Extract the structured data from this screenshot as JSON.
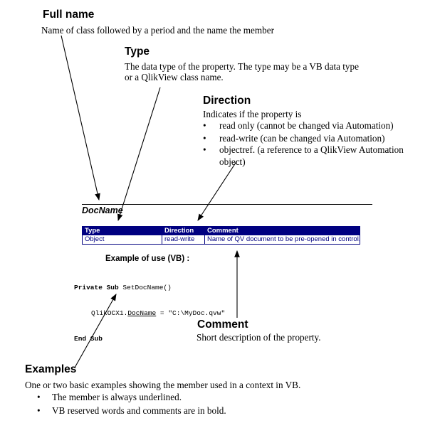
{
  "colors": {
    "navy": "#000080",
    "black": "#000000",
    "white": "#ffffff"
  },
  "sections": {
    "full_name": {
      "title": "Full name",
      "body": "Name of class followed by a period and the name the member"
    },
    "type": {
      "title": "Type",
      "body_lines": [
        "The data type of the property. The type may be a VB data type",
        "or a QlikView class name."
      ]
    },
    "direction": {
      "title": "Direction",
      "intro": "Indicates if the property is",
      "bullets": [
        "read only (cannot be changed via Automation)",
        "read-write (can be changed via Automation)",
        "objectref. (a reference to a QlikView Automation object)"
      ]
    },
    "comment": {
      "title": "Comment",
      "body": "Short description of the property."
    },
    "examples": {
      "title": "Examples",
      "body": "One or two basic examples showing the member used in a context in VB.",
      "bullets": [
        "The member is always underlined.",
        "VB reserved words and comments are in bold."
      ]
    }
  },
  "reference_entry": {
    "member_name": "DocName",
    "table": {
      "headers": [
        "Type",
        "Direction",
        "Comment"
      ],
      "row": [
        "Object",
        "read-write",
        "Name of QV document to be pre-opened in control."
      ]
    },
    "example_label": "Example of use (VB) :",
    "code": {
      "line1_keyword": "Private Sub",
      "line1_rest": " SetDocName()",
      "line2_object": "QlikOCX1.",
      "line2_member": "DocName",
      "line2_rest": " = \"C:\\MyDoc.qvw\"",
      "line3_keyword": "End Sub"
    }
  }
}
